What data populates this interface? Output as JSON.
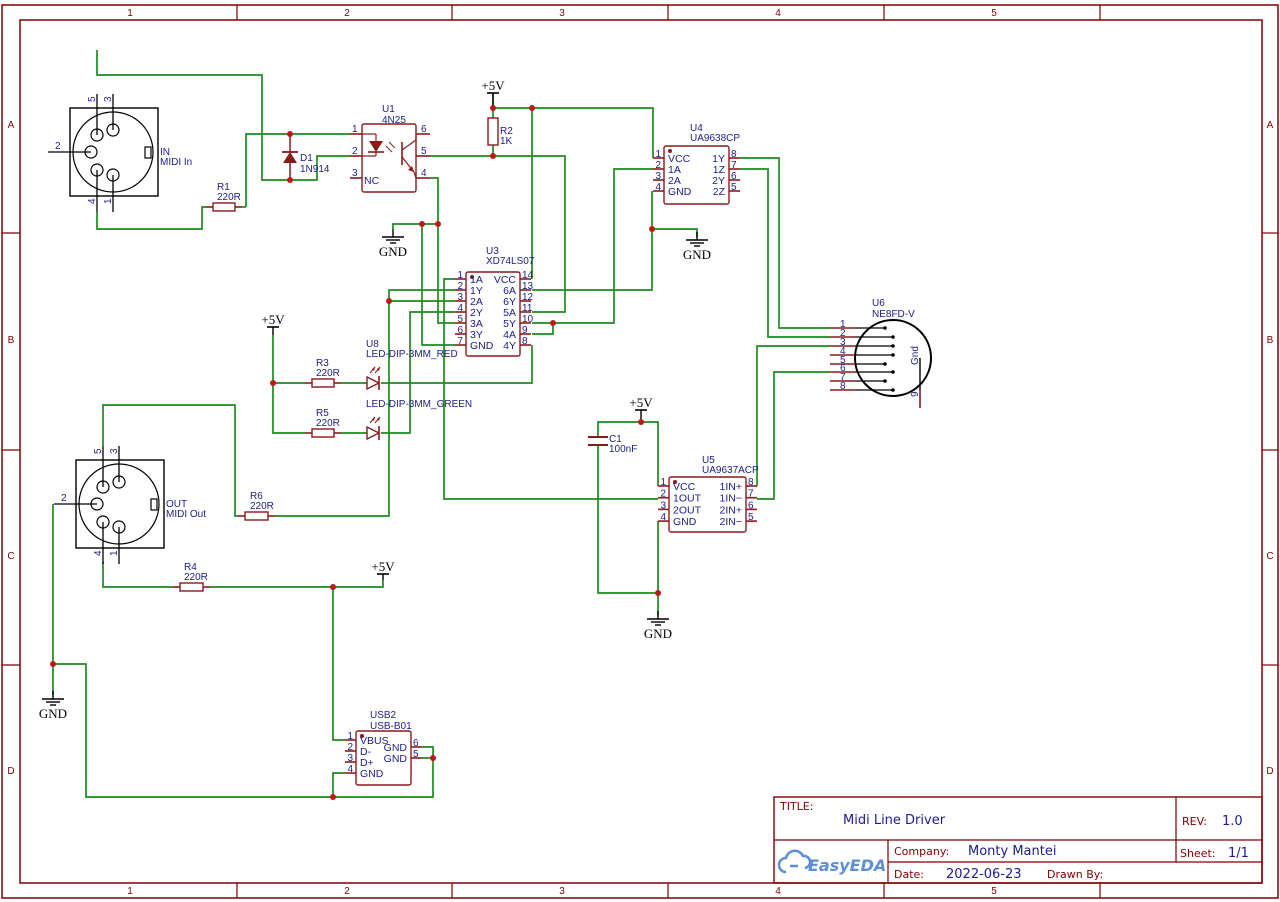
{
  "colors": {
    "wire": "#1f8a1f",
    "component": "#8b1a1a",
    "frame": "#800000",
    "text": "#1c1c8c",
    "vcc_pin": "#cc2222",
    "junction": "#c01818"
  },
  "sheet": {
    "columns": [
      "1",
      "2",
      "3",
      "4",
      "5"
    ],
    "rows": [
      "A",
      "B",
      "C",
      "D"
    ]
  },
  "net_labels": {
    "vcc": "+5V",
    "gnd": "GND"
  },
  "components": {
    "J_in": {
      "name": "IN",
      "value": "MIDI In",
      "pins": [
        "5",
        "3",
        "2",
        "4",
        "1"
      ]
    },
    "J_out": {
      "name": "OUT",
      "value": "MIDI Out",
      "pins": [
        "5",
        "3",
        "2",
        "4",
        "1"
      ]
    },
    "D1": {
      "ref": "D1",
      "value": "1N914"
    },
    "R1": {
      "ref": "R1",
      "value": "220R"
    },
    "R2": {
      "ref": "R2",
      "value": "1K"
    },
    "R3": {
      "ref": "R3",
      "value": "220R"
    },
    "R4": {
      "ref": "R4",
      "value": "220R"
    },
    "R5": {
      "ref": "R5",
      "value": "220R"
    },
    "R6": {
      "ref": "R6",
      "value": "220R"
    },
    "C1": {
      "ref": "C1",
      "value": "100nF"
    },
    "U8": {
      "ref": "U8",
      "value_red": "LED-DIP-3MM_RED",
      "value_green": "LED-DIP-3MM_GREEN"
    },
    "U1": {
      "ref": "U1",
      "value": "4N25",
      "left": [
        {
          "num": "1",
          "name": ""
        },
        {
          "num": "2",
          "name": ""
        },
        {
          "num": "3",
          "name": "NC"
        }
      ],
      "right": [
        {
          "num": "6",
          "name": ""
        },
        {
          "num": "5",
          "name": ""
        },
        {
          "num": "4",
          "name": ""
        }
      ]
    },
    "U3": {
      "ref": "U3",
      "value": "XD74LS07",
      "left": [
        {
          "num": "1",
          "name": "1A"
        },
        {
          "num": "2",
          "name": "1Y"
        },
        {
          "num": "3",
          "name": "2A"
        },
        {
          "num": "4",
          "name": "2Y"
        },
        {
          "num": "5",
          "name": "3A"
        },
        {
          "num": "6",
          "name": "3Y"
        },
        {
          "num": "7",
          "name": "GND"
        }
      ],
      "right": [
        {
          "num": "14",
          "name": "VCC"
        },
        {
          "num": "13",
          "name": "6A"
        },
        {
          "num": "12",
          "name": "6Y"
        },
        {
          "num": "11",
          "name": "5A"
        },
        {
          "num": "10",
          "name": "5Y"
        },
        {
          "num": "9",
          "name": "4A"
        },
        {
          "num": "8",
          "name": "4Y"
        }
      ]
    },
    "U4": {
      "ref": "U4",
      "value": "UA9638CP",
      "left": [
        {
          "num": "1",
          "name": "VCC"
        },
        {
          "num": "2",
          "name": "1A"
        },
        {
          "num": "3",
          "name": "2A"
        },
        {
          "num": "4",
          "name": "GND"
        }
      ],
      "right": [
        {
          "num": "8",
          "name": "1Y"
        },
        {
          "num": "7",
          "name": "1Z"
        },
        {
          "num": "6",
          "name": "2Y"
        },
        {
          "num": "5",
          "name": "2Z"
        }
      ]
    },
    "U5": {
      "ref": "U5",
      "value": "UA9637ACP",
      "left": [
        {
          "num": "1",
          "name": "VCC"
        },
        {
          "num": "2",
          "name": "1OUT"
        },
        {
          "num": "3",
          "name": "2OUT"
        },
        {
          "num": "4",
          "name": "GND"
        }
      ],
      "right": [
        {
          "num": "8",
          "name": "1IN+"
        },
        {
          "num": "7",
          "name": "1IN−"
        },
        {
          "num": "6",
          "name": "2IN+"
        },
        {
          "num": "5",
          "name": "2IN−"
        }
      ]
    },
    "USB2": {
      "ref": "USB2",
      "value": "USB-B01",
      "left": [
        {
          "num": "1",
          "name": "VBUS"
        },
        {
          "num": "2",
          "name": "D-"
        },
        {
          "num": "3",
          "name": "D+"
        },
        {
          "num": "4",
          "name": "GND"
        }
      ],
      "right": [
        {
          "num": "6",
          "name": "GND"
        },
        {
          "num": "5",
          "name": "GND"
        }
      ]
    },
    "U6": {
      "ref": "U6",
      "value": "NE8FD-V",
      "pins": [
        "1",
        "2",
        "3",
        "4",
        "5",
        "6",
        "7",
        "8"
      ],
      "gnd_pin_name": "Gnd",
      "gnd_pin_num": "9"
    }
  },
  "title_block": {
    "title_label": "TITLE:",
    "title": "Midi Line Driver",
    "rev_label": "REV:",
    "rev": "1.0",
    "company_label": "Company:",
    "company": "Monty Mantei",
    "sheet_label": "Sheet:",
    "sheet": "1/1",
    "date_label": "Date:",
    "date": "2022-06-23",
    "drawn_by_label": "Drawn By:",
    "drawn_by": "",
    "logo": "EasyEDA"
  }
}
